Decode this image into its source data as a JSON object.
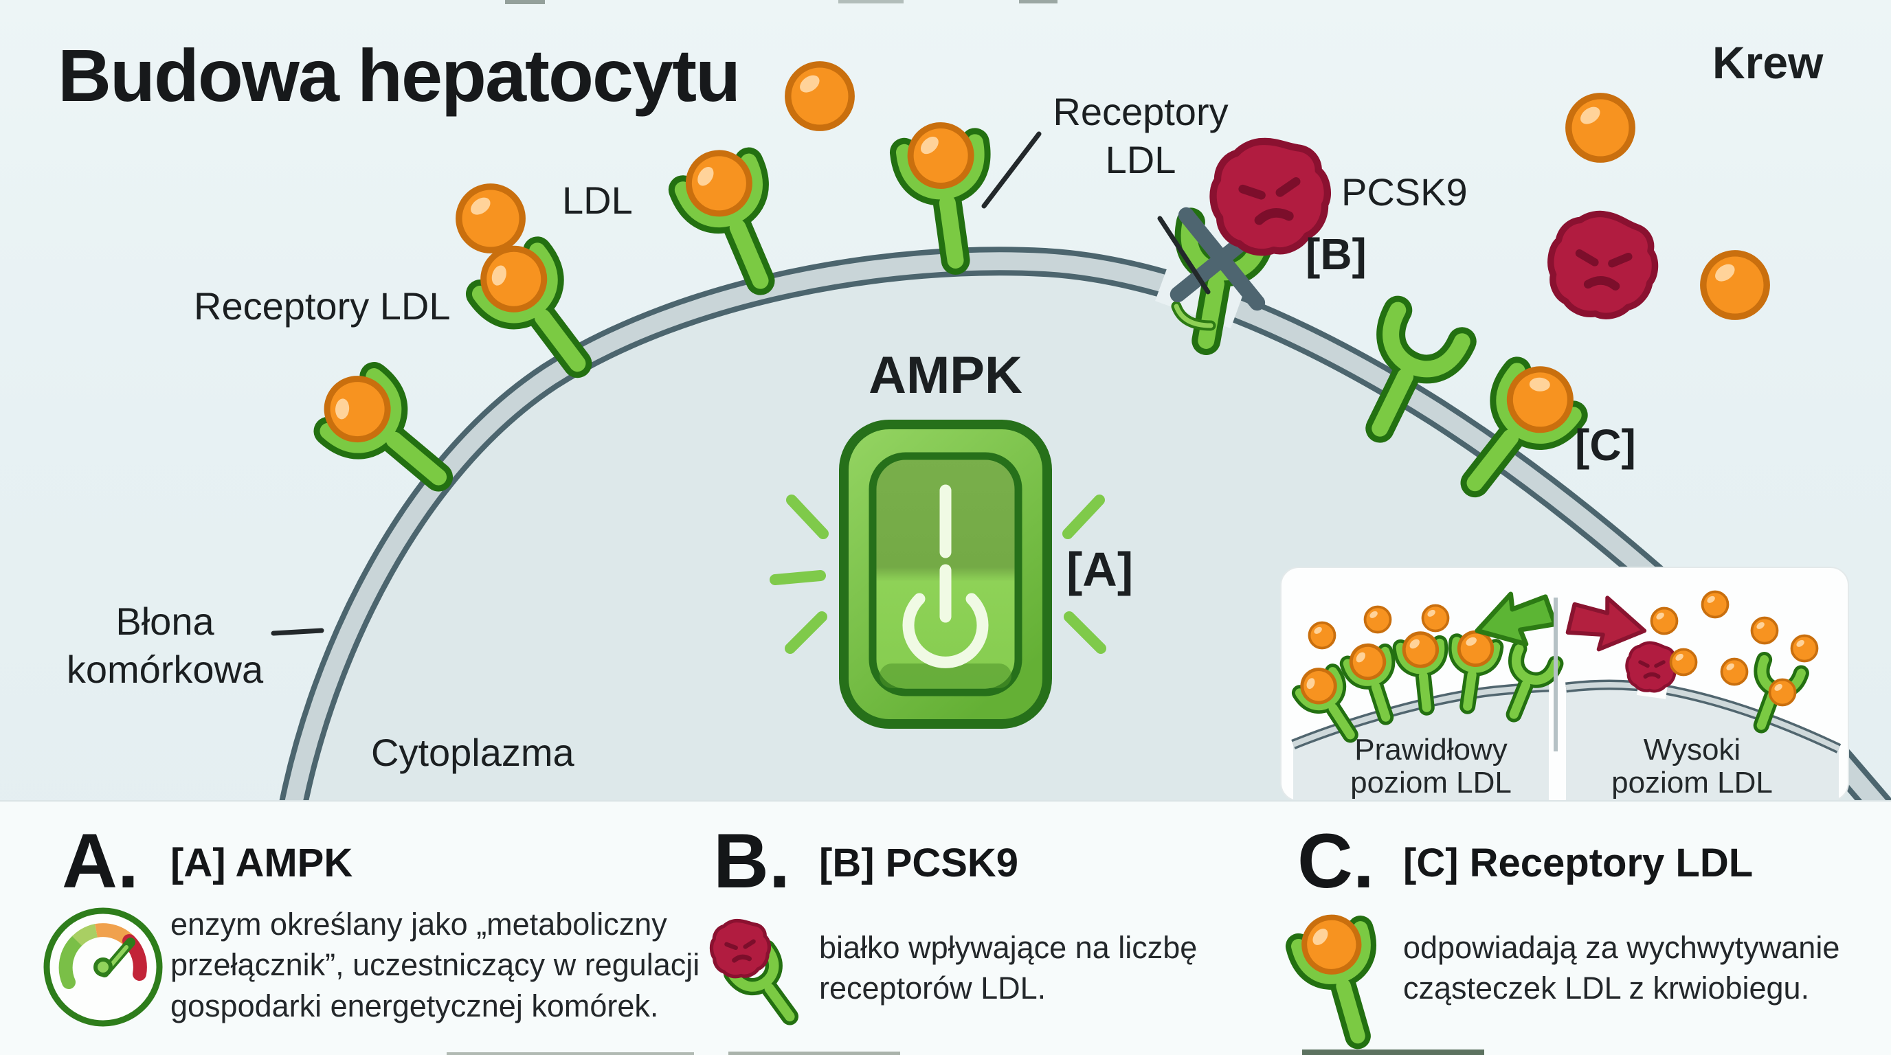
{
  "title": "Budowa hepatocytu",
  "labels": {
    "ldl": "LDL",
    "receptors_left": "Receptory LDL",
    "receptors_top_line1": "Receptory",
    "receptors_top_line2": "LDL",
    "pcsk9": "PCSK9",
    "krew": "Krew",
    "membrane_line1": "Błona",
    "membrane_line2": "komórkowa",
    "cytoplasm": "Cytoplazma",
    "ampk": "AMPK",
    "marker_a": "[A]",
    "marker_b": "[B]",
    "marker_c": "[C]"
  },
  "inset": {
    "left_line1": "Prawidłowy",
    "left_line2": "poziom LDL",
    "right_line1": "Wysoki",
    "right_line2": "poziom LDL"
  },
  "legend": [
    {
      "letter": "A.",
      "heading": "[A] AMPK",
      "description": "enzym określany jako „metaboliczny przełącznik”, uczestniczący w regulacji gospodarki energetycznej komórek.",
      "icon": "gauge-icon"
    },
    {
      "letter": "B.",
      "heading": "[B] PCSK9",
      "description": "białko wpływające na liczbę receptorów LDL.",
      "icon": "pcsk9-icon"
    },
    {
      "letter": "C.",
      "heading": "[C] Receptory LDL",
      "description": "odpowiadają za wychwytywanie cząsteczek LDL z krwiobiegu.",
      "icon": "ldl-receptor-icon"
    }
  ],
  "colors": {
    "background": "#e8f1f3",
    "cytoplasm": "#dde8ea",
    "membrane_edge": "#4c656e",
    "membrane_fill": "#c9d5d8",
    "receptor_green": "#7bca43",
    "receptor_outline": "#237011",
    "ldl_orange": "#f79320",
    "pcsk9_red": "#b11c40",
    "switch_green": "#74bf3f",
    "legend_background": "#f7fbfb"
  }
}
